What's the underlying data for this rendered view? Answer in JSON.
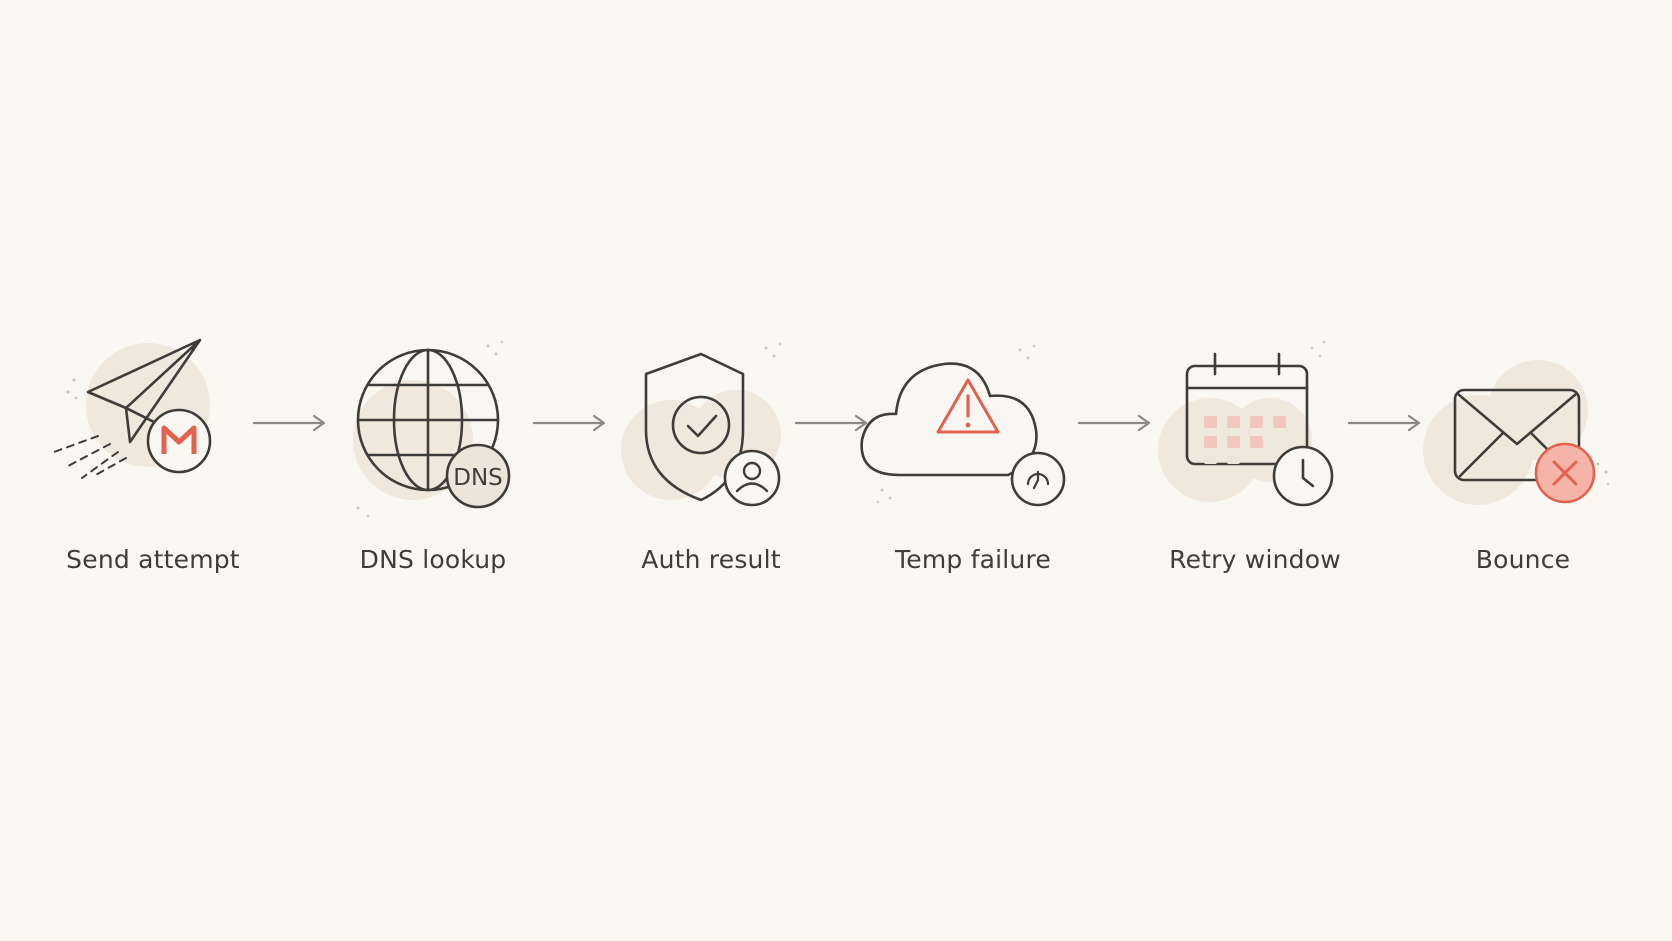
{
  "steps": [
    {
      "label": "Send attempt",
      "icon": "paper-plane-icon",
      "badge_icon": "gmail-icon"
    },
    {
      "label": "DNS lookup",
      "icon": "globe-icon",
      "badge": "DNS"
    },
    {
      "label": "Auth result",
      "icon": "shield-check-icon",
      "badge_icon": "user-icon"
    },
    {
      "label": "Temp failure",
      "icon": "cloud-warning-icon",
      "badge_icon": "timer-icon"
    },
    {
      "label": "Retry window",
      "icon": "calendar-icon",
      "badge_icon": "clock-icon"
    },
    {
      "label": "Bounce",
      "icon": "envelope-icon",
      "badge_icon": "x-icon"
    }
  ],
  "colors": {
    "background": "#f9f7f2",
    "stroke": "#3f3d3b",
    "accent": "#e2614f",
    "blob": "#efe8dc"
  }
}
